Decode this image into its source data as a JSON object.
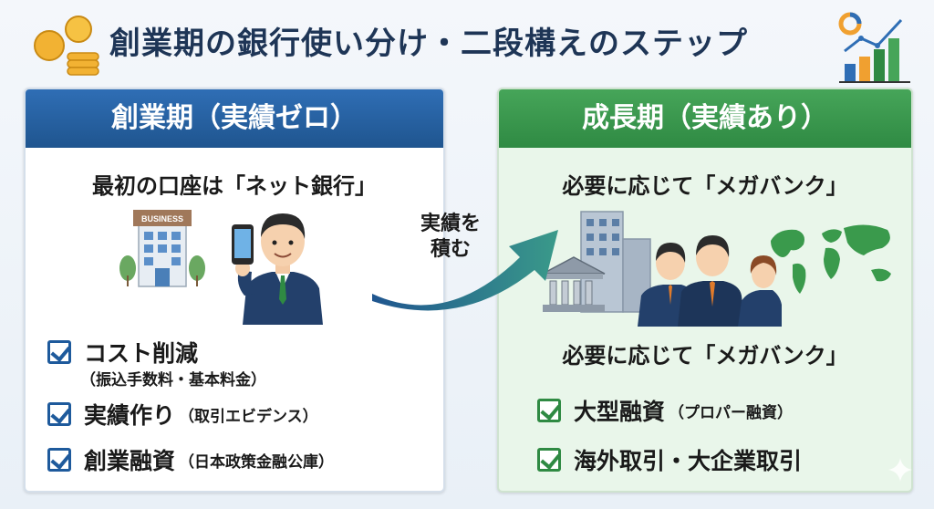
{
  "title": "創業期の銀行使い分け・二段構えのステップ",
  "left_panel": {
    "heading": "創業期（実績ゼロ）",
    "subheading": "最初の口座は「ネット銀行」",
    "building_sign": "BUSINESS",
    "items": [
      {
        "main": "コスト削減",
        "sub": "（振込手数料・基本料金）"
      },
      {
        "main": "実績作り",
        "sub": "（取引エビデンス）"
      },
      {
        "main": "創業融資",
        "sub": "（日本政策金融公庫）"
      }
    ]
  },
  "arrow": {
    "line1": "実績を",
    "line2": "積む"
  },
  "right_panel": {
    "heading": "成長期（実績あり）",
    "subheading_top": "必要に応じて「メガバンク」",
    "subheading_bottom": "必要に応じて「メガバンク」",
    "items": [
      {
        "main": "大型融資",
        "sub": "（プロパー融資）"
      },
      {
        "main": "海外取引・大企業取引",
        "sub": ""
      }
    ]
  },
  "colors": {
    "left_accent": "#1f558f",
    "right_accent": "#2f8a43",
    "title": "#1e3556"
  }
}
